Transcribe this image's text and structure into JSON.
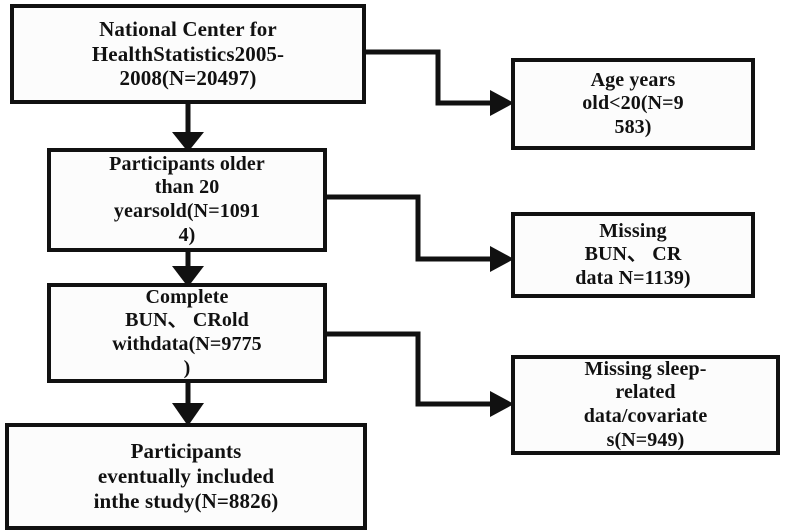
{
  "diagram": {
    "title": "Study participant selection flow diagram",
    "type": "flowchart",
    "orientation": "top-to-bottom with right-side exclusion branches",
    "colors": {
      "box_border": "#111111",
      "box_fill": "#fcfcfc",
      "connector": "#111111",
      "text": "#111111",
      "background": "#ffffff"
    },
    "nodes": [
      {
        "id": "source",
        "role": "main-flow",
        "label": "National Center for\nHealthStatistics2005-\n2008(N=20497)",
        "count": 20497
      },
      {
        "id": "excl-age",
        "role": "exclusion",
        "label": "Age years\nold<20(N=9\n583)",
        "count": 9583
      },
      {
        "id": "older20",
        "role": "main-flow",
        "label": "Participants older\nthan 20\nyearsold(N=1091\n4)",
        "count": 10914
      },
      {
        "id": "excl-bun",
        "role": "exclusion",
        "label": "Missing\nBUN、 CR\ndata N=1139)",
        "count": 1139
      },
      {
        "id": "complete-bun",
        "role": "main-flow",
        "label": "Complete\nBUN、 CRold\nwithdata(N=9775\n)",
        "count": 9775
      },
      {
        "id": "excl-sleep",
        "role": "exclusion",
        "label": "Missing sleep-\nrelated\ndata/covariate\ns(N=949)",
        "count": 949
      },
      {
        "id": "final",
        "role": "main-flow",
        "label": "Participants\neventually included\ninthe study(N=8826)",
        "count": 8826
      }
    ],
    "edges": [
      {
        "id": "edge-source-to-older20",
        "from": "source",
        "to": "older20",
        "kind": "vertical-arrow"
      },
      {
        "id": "edge-source-to-excl-age",
        "from": "source",
        "to": "excl-age",
        "kind": "stepped-arrow"
      },
      {
        "id": "edge-older20-to-complete",
        "from": "older20",
        "to": "complete-bun",
        "kind": "vertical-arrow"
      },
      {
        "id": "edge-older20-to-excl-bun",
        "from": "older20",
        "to": "excl-bun",
        "kind": "stepped-arrow"
      },
      {
        "id": "edge-complete-to-final",
        "from": "complete-bun",
        "to": "final",
        "kind": "vertical-arrow"
      },
      {
        "id": "edge-complete-to-excl-sleep",
        "from": "complete-bun",
        "to": "excl-sleep",
        "kind": "stepped-arrow"
      }
    ]
  }
}
